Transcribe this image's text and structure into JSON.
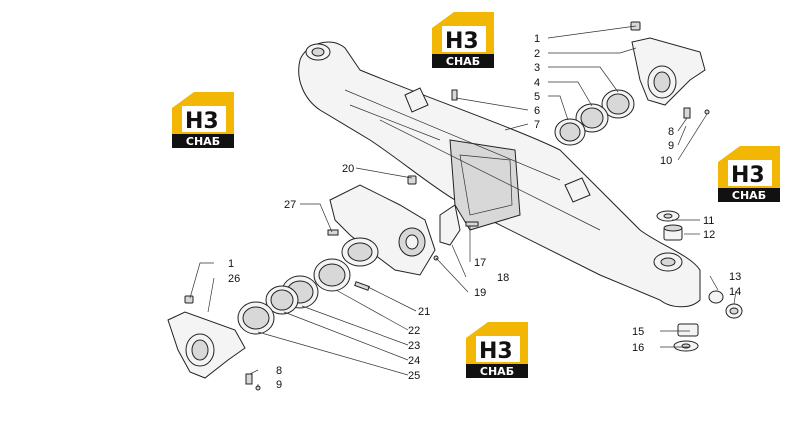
{
  "logo": {
    "mark": "H3",
    "brand": "СНАБ",
    "colors": {
      "house": "#f2b705",
      "inner": "#ffffff",
      "text": "#111111",
      "bar": "#111111",
      "bar_text": "#ffffff"
    }
  },
  "callouts": {
    "top_right": [
      "1",
      "2",
      "3",
      "4",
      "5",
      "6",
      "7",
      "8",
      "9",
      "10"
    ],
    "right": [
      "11",
      "12",
      "13",
      "14",
      "15",
      "16"
    ],
    "center": [
      "17",
      "18",
      "19",
      "20",
      "21",
      "22",
      "23",
      "24",
      "25",
      "27"
    ],
    "left": [
      "1",
      "26",
      "8",
      "9"
    ]
  }
}
